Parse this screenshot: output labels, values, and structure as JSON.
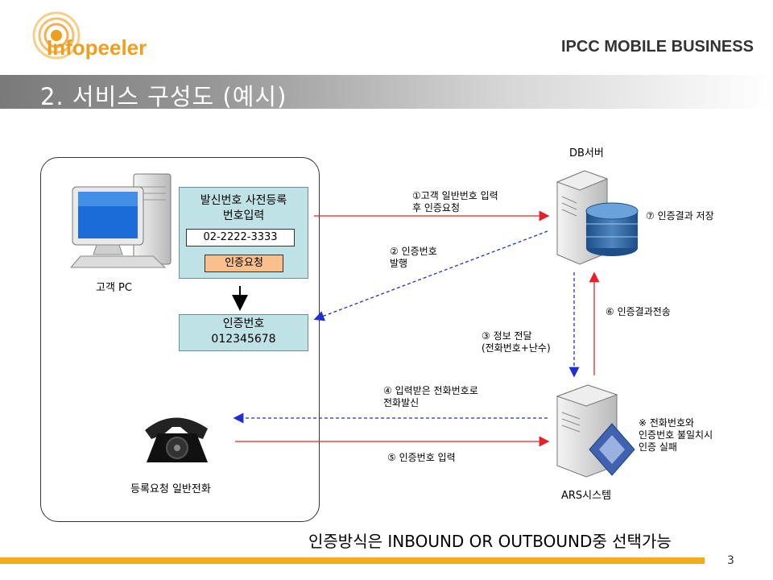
{
  "header": {
    "logo_text": "Infopeeler",
    "brand": "IPCC MOBILE BUSINESS",
    "page_title": "2. 서비스 구성도 (예시)"
  },
  "client": {
    "pc_label": "고객 PC",
    "form_title": "발신번호 사전등록\n번호입력",
    "number_value": "02-2222-3333",
    "request_button": "인증요청",
    "authnum_title": "인증번호\n012345678",
    "phone_label": "등록요청 일반전화"
  },
  "servers": {
    "db_label": "DB서버",
    "ars_label": "ARS시스템"
  },
  "steps": {
    "s1": "①고객 일반번호 입력\n후 인증요청",
    "s2": "② 인증번호\n발행",
    "s3": "③ 정보 전달\n(전화번호+난수)",
    "s4": "④ 입력받은 전화번호로\n전화발신",
    "s5": "⑤ 인증번호 입력",
    "s6": "⑥ 인증결과전송",
    "s7": "⑦ 인증결과 저장"
  },
  "note": "※ 전화번호와\n인증번호 불일치시\n인증 실패",
  "footer_note": "인증방식은 INBOUND OR OUTBOUND중 선택가능",
  "page_number": "3",
  "colors": {
    "accent_orange": "#f2ad1a",
    "request_arrow": "#e8202a",
    "response_arrow": "#1f2fd0",
    "box_fill": "#bfe2e6"
  }
}
